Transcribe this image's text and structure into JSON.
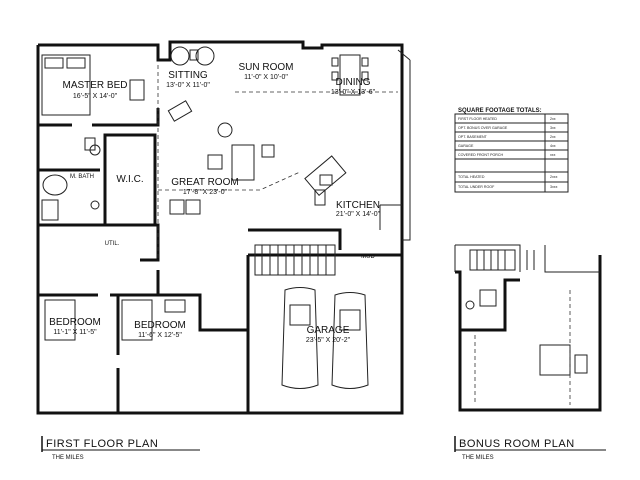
{
  "first_floor": {
    "title": "FIRST FLOOR PLAN",
    "subtitle": "THE MILES",
    "rooms": {
      "master_bed": {
        "label": "MASTER BED",
        "dim": "16'-5\" X 14'-0\""
      },
      "sitting": {
        "label": "SITTING",
        "dim": "13'-0\" X 11'-0\""
      },
      "sun_room": {
        "label": "SUN ROOM",
        "dim": "11'-0\" X 10'-0\""
      },
      "dining": {
        "label": "DINING",
        "dim": "13'-0\" X 13'-6\""
      },
      "m_bath": {
        "label": "M. BATH"
      },
      "wic": {
        "label": "W.I.C."
      },
      "great_room": {
        "label": "GREAT ROOM",
        "dim": "17'-8\" X 23'-0\""
      },
      "kitchen": {
        "label": "KITCHEN",
        "dim": "21'-0\" X 14'-0\""
      },
      "util": {
        "label": "UTIL."
      },
      "mud": {
        "label": "MUD"
      },
      "bedroom_1": {
        "label": "BEDROOM",
        "dim": "11'-1\" X 11'-5\""
      },
      "bedroom_2": {
        "label": "BEDROOM",
        "dim": "11'-6\" X 12'-5\""
      },
      "garage": {
        "label": "GARAGE",
        "dim": "23'-5\" X 20'-2\""
      }
    }
  },
  "bonus_room": {
    "title": "BONUS ROOM PLAN",
    "subtitle": "THE MILES"
  },
  "square_footage": {
    "title": "SQUARE FOOTAGE TOTALS:",
    "rows": [
      {
        "label": "FIRST FLOOR HEATED",
        "value": "2xx"
      },
      {
        "label": "OPT. BONUS OVER GARAGE",
        "value": "3xx"
      },
      {
        "label": "OPT. BASEMENT",
        "value": "2xx"
      },
      {
        "label": "GARAGE",
        "value": "4xx"
      },
      {
        "label": "COVERED FRONT PORCH",
        "value": "xxx"
      },
      {
        "label": "TOTAL HEATED",
        "value": "2xxx"
      },
      {
        "label": "TOTAL UNDER ROOF",
        "value": "3xxx"
      }
    ]
  }
}
